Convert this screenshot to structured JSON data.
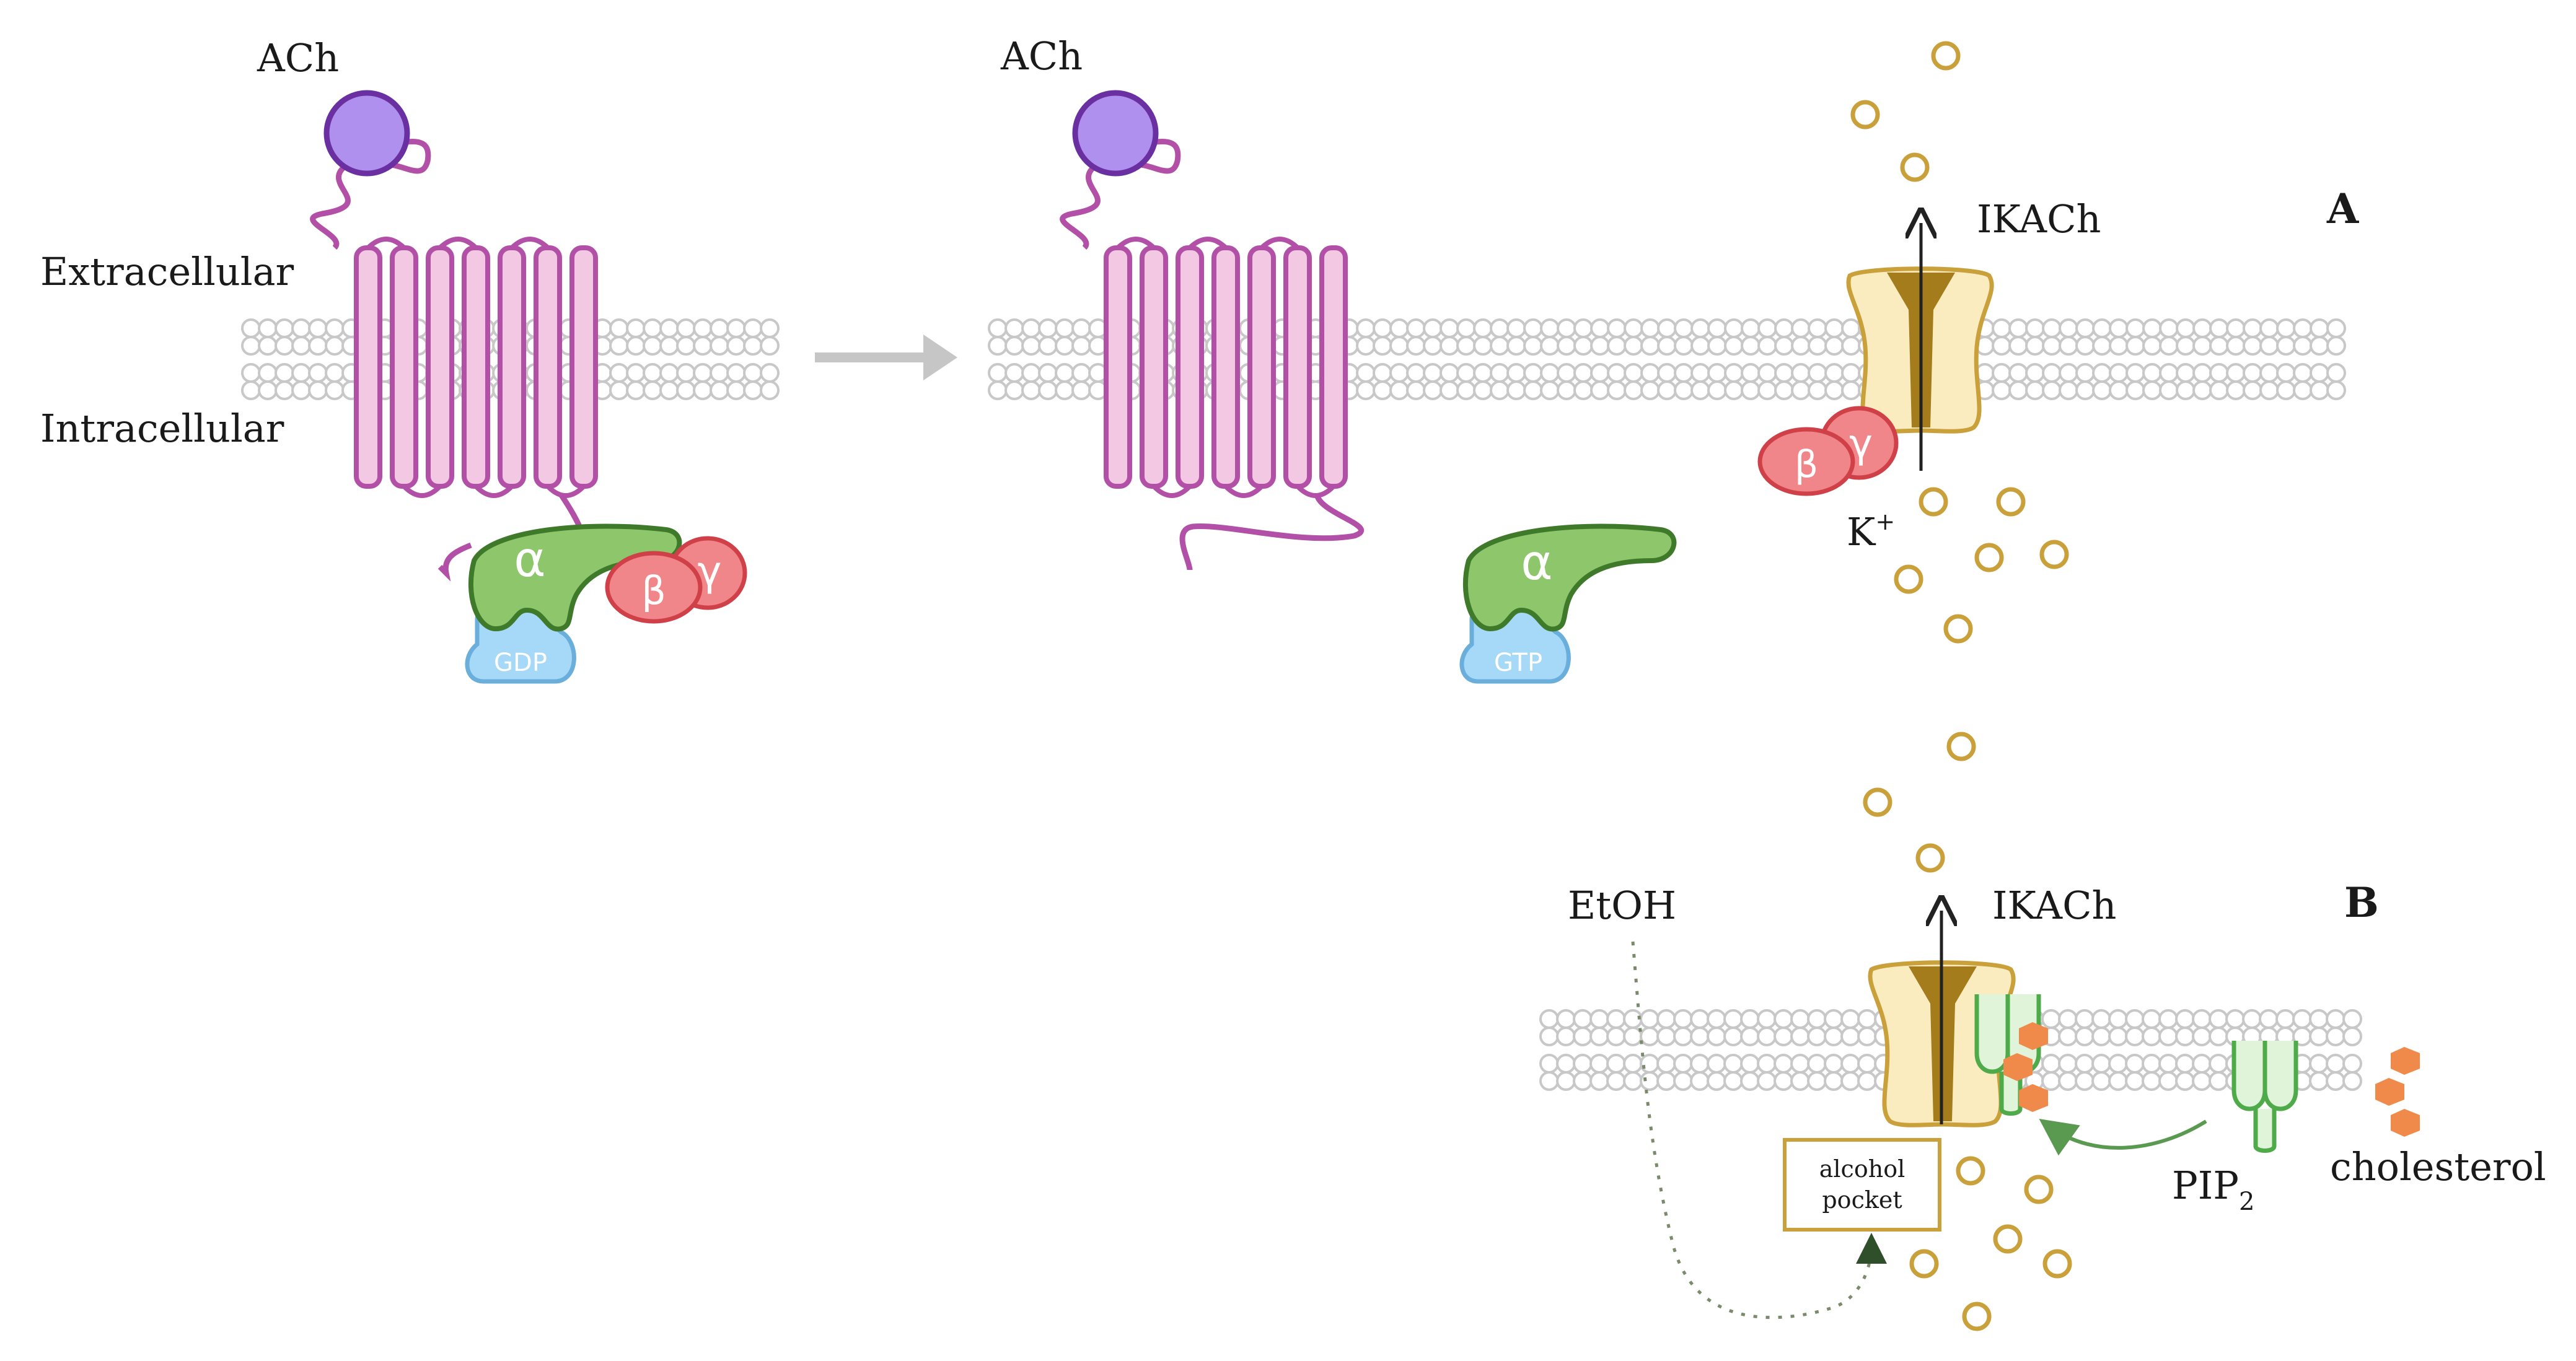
{
  "labels": {
    "ach_left": "ACh",
    "ach_right": "ACh",
    "extracellular": "Extracellular",
    "intracellular": "Intracellular",
    "ikach_a": "IKACh",
    "ikach_b": "IKACh",
    "k_ion": "K",
    "k_charge": "+",
    "panel_a": "A",
    "panel_b": "B",
    "etoh": "EtOH",
    "pip2": "PIP",
    "pip2_sub": "2",
    "cholesterol": "cholesterol",
    "pocket_line1": "alcohol",
    "pocket_line2": "pocket"
  },
  "proteins": {
    "alpha": "α",
    "beta": "β",
    "gamma": "γ",
    "gdp": "GDP",
    "gtp": "GTP"
  },
  "colors": {
    "receptor_stroke": "#b24fa6",
    "receptor_fill": "#f3c8e2",
    "ach_fill": "#b090ee",
    "ach_stroke": "#6a2fa0",
    "alpha_fill": "#8dc66b",
    "alpha_stroke": "#3e7a2a",
    "beta_gamma_fill": "#f0868a",
    "beta_gamma_stroke": "#d04048",
    "nucleotide_fill": "#a6d8f7",
    "nucleotide_stroke": "#6aaedc",
    "channel_fill": "#fbecc0",
    "channel_stroke": "#c9a03a",
    "channel_pore": "#a57c1b",
    "ion_stroke": "#c9a03a",
    "pip2_stroke": "#4faa4a",
    "pip2_fill": "#dff4d8",
    "cholesterol": "#f08a4a",
    "membrane_stroke": "#c8c8c8",
    "arrow_gray": "#c6c6c6"
  }
}
